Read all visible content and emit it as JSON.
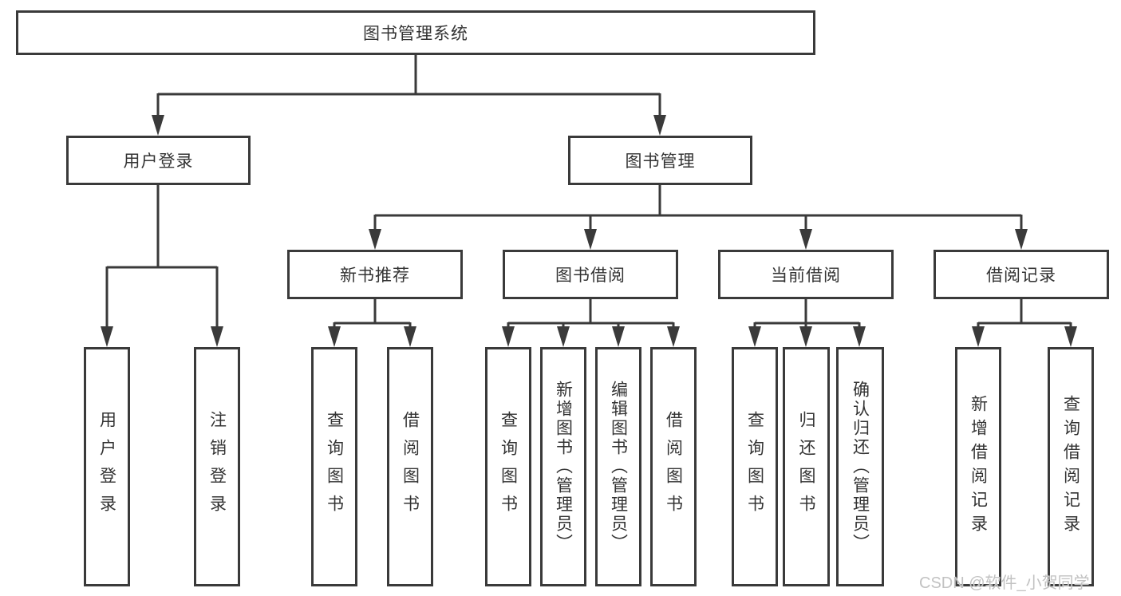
{
  "diagram": {
    "root": {
      "label": "图书管理系统"
    },
    "branches": [
      {
        "label": "用户登录",
        "children": [
          {
            "label": "用户登录"
          },
          {
            "label": "注销登录"
          }
        ]
      },
      {
        "label": "图书管理",
        "children": [
          {
            "label": "新书推荐",
            "children": [
              {
                "label": "查询图书"
              },
              {
                "label": "借阅图书"
              }
            ]
          },
          {
            "label": "图书借阅",
            "children": [
              {
                "label": "查询图书"
              },
              {
                "label": "新增图书（管理员）"
              },
              {
                "label": "编辑图书（管理员）"
              },
              {
                "label": "借阅图书"
              }
            ]
          },
          {
            "label": "当前借阅",
            "children": [
              {
                "label": "查询图书"
              },
              {
                "label": "归还图书"
              },
              {
                "label": "确认归还（管理员）"
              }
            ]
          },
          {
            "label": "借阅记录",
            "children": [
              {
                "label": "新增借阅记录"
              },
              {
                "label": "查询借阅记录"
              }
            ]
          }
        ]
      }
    ]
  },
  "watermark": {
    "text": "CSDN @软件_小贺同学"
  },
  "colors": {
    "line": "#3a3a3a",
    "text": "#333333",
    "background": "#ffffff",
    "watermark": "#c2c2c2"
  }
}
